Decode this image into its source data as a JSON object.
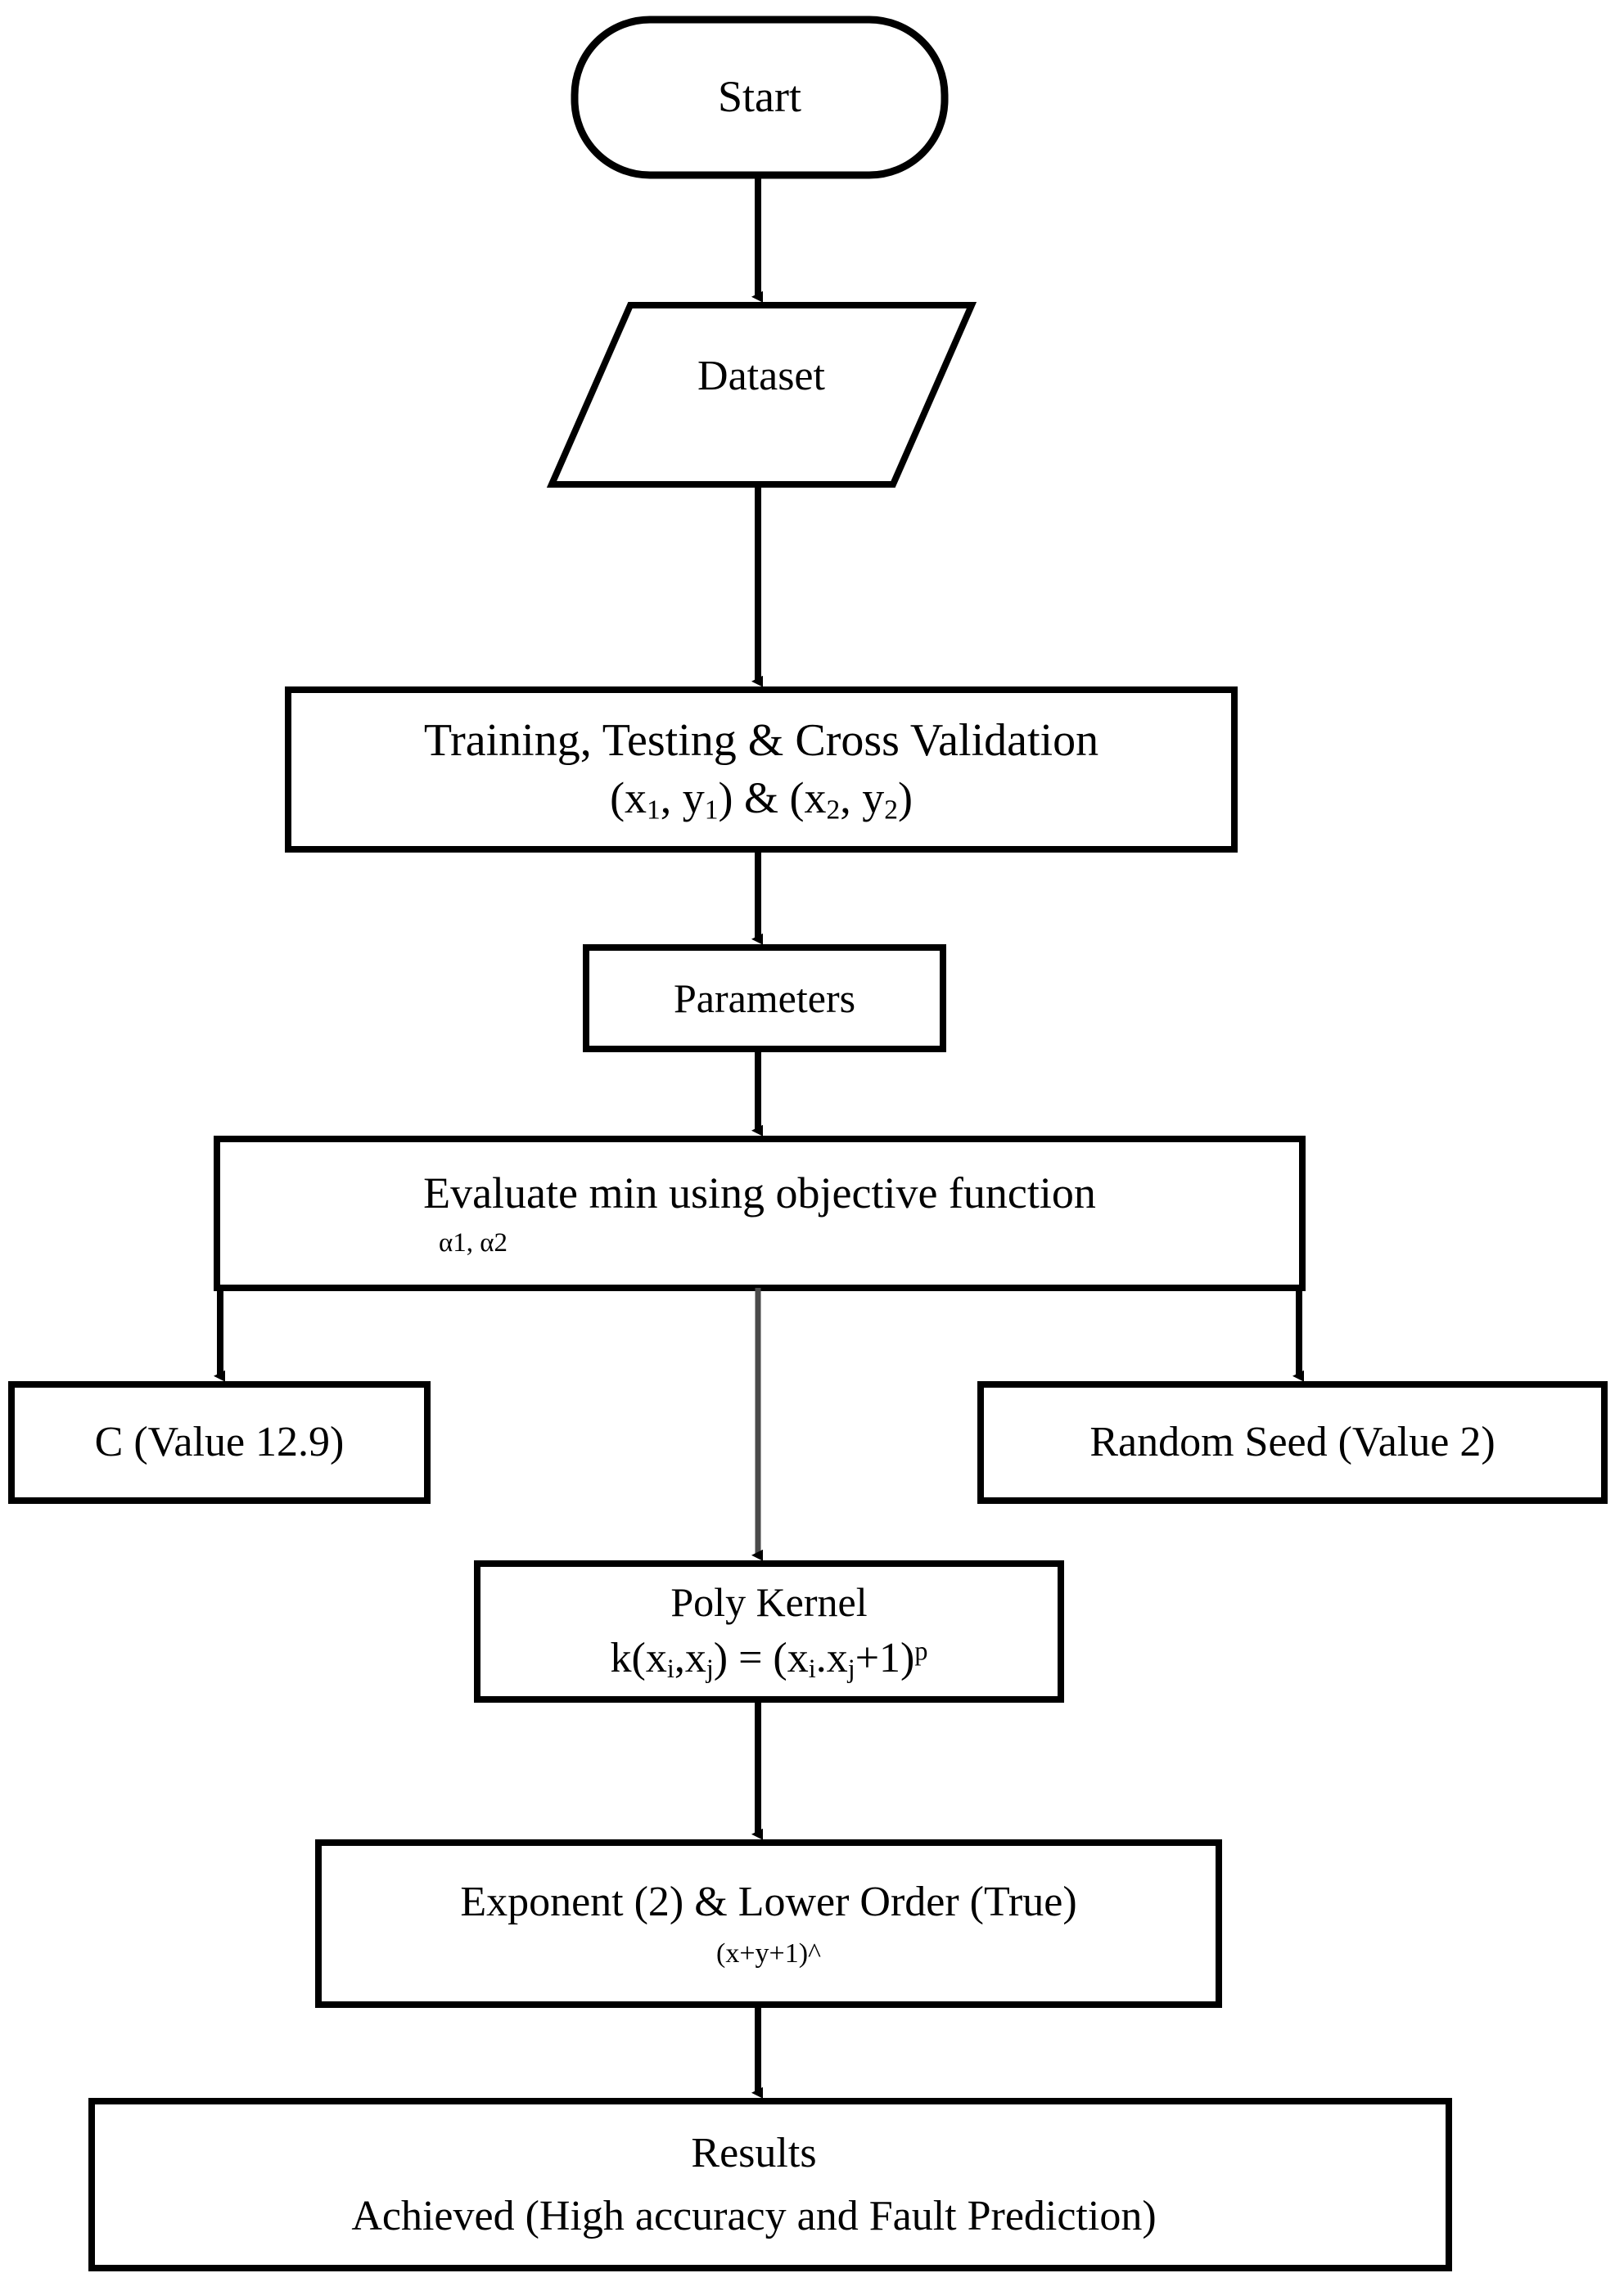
{
  "diagram": {
    "title": "SVM Poly Kernel Fault Prediction Flowchart",
    "background_color": "#ffffff",
    "stroke_color": "#000000",
    "nodes": [
      {
        "id": "start",
        "shape": "stadium",
        "label": "Start"
      },
      {
        "id": "dataset",
        "shape": "parallelogram",
        "label": "Dataset"
      },
      {
        "id": "training",
        "shape": "rectangle",
        "line1": "Training, Testing & Cross Validation",
        "line2_prefix": "(x",
        "line2_sub1": "1",
        "line2_mid1": ", y",
        "line2_sub2": "1",
        "line2_mid2": ") & (x",
        "line2_sub3": "2",
        "line2_mid3": ", y",
        "line2_sub4": "2",
        "line2_suffix": ")"
      },
      {
        "id": "parameters",
        "shape": "rectangle",
        "label": "Parameters"
      },
      {
        "id": "objective",
        "shape": "rectangle",
        "line1": "Evaluate min using objective function",
        "line2": "α1, α2"
      },
      {
        "id": "c-value",
        "shape": "rectangle",
        "label": "C (Value 12.9)"
      },
      {
        "id": "random-seed",
        "shape": "rectangle",
        "label": "Random Seed (Value 2)"
      },
      {
        "id": "poly-kernel",
        "shape": "rectangle",
        "line1": "Poly Kernel",
        "formula_prefix": "k(x",
        "formula_sub1": "i",
        "formula_mid1": ",x",
        "formula_sub2": "j",
        "formula_mid2": ") = (x",
        "formula_sub3": "i",
        "formula_mid3": ".x",
        "formula_sub4": "j",
        "formula_mid4": "+1)",
        "formula_sup": "p"
      },
      {
        "id": "exponent",
        "shape": "rectangle",
        "line1": "Exponent (2) & Lower Order (True)",
        "line2": "(x+y+1)^"
      },
      {
        "id": "results",
        "shape": "rectangle",
        "line1": "Results",
        "line2": "Achieved (High accuracy and Fault Prediction)"
      }
    ],
    "edges": [
      {
        "id": "start-to-dataset",
        "from": "start",
        "to": "dataset",
        "arrow": true
      },
      {
        "id": "dataset-to-training",
        "from": "dataset",
        "to": "training",
        "arrow": true
      },
      {
        "id": "training-to-parameters",
        "from": "training",
        "to": "parameters",
        "arrow": true
      },
      {
        "id": "parameters-to-objective",
        "from": "parameters",
        "to": "objective",
        "arrow": true
      },
      {
        "id": "objective-to-c-value",
        "from": "objective",
        "to": "c-value",
        "arrow": true
      },
      {
        "id": "objective-to-random-seed",
        "from": "objective",
        "to": "random-seed",
        "arrow": true
      },
      {
        "id": "objective-to-poly-kernel",
        "from": "objective",
        "to": "poly-kernel",
        "arrow": true
      },
      {
        "id": "poly-kernel-to-exponent",
        "from": "poly-kernel",
        "to": "exponent",
        "arrow": true
      },
      {
        "id": "exponent-to-results",
        "from": "exponent",
        "to": "results",
        "arrow": true
      }
    ]
  }
}
